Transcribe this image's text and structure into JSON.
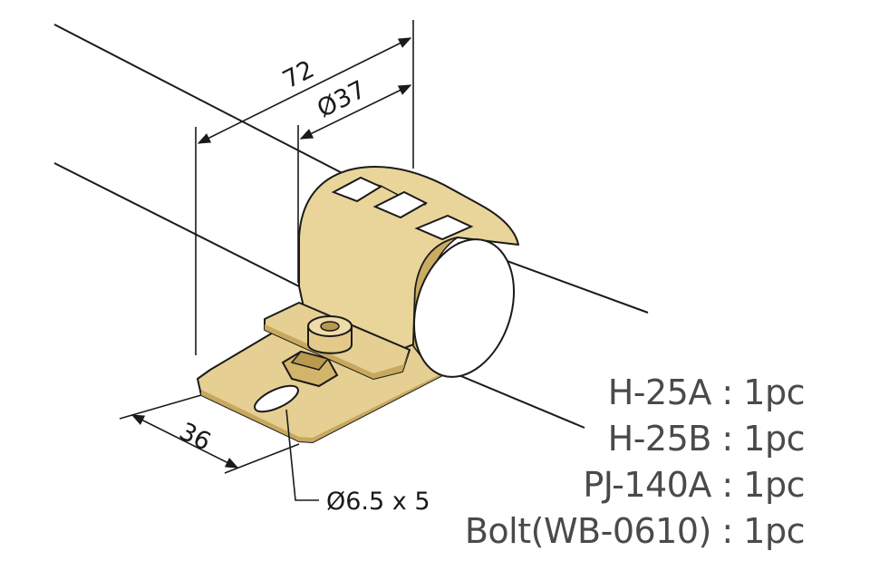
{
  "dimensions": {
    "length": "72",
    "pipe_diameter": "Ø37",
    "width": "36",
    "slot": "Ø6.5 x 5"
  },
  "parts": [
    "H-25A : 1pc",
    "H-25B : 1pc",
    "PJ-140A : 1pc",
    "Bolt(WB-0610) : 1pc"
  ],
  "colors": {
    "brass_light": "#e9d49a",
    "brass_mid": "#d9bd74",
    "brass_dark": "#b8994e",
    "outline": "#1a1a1a",
    "pipe": "#ffffff",
    "text": "#4a4a4a"
  }
}
